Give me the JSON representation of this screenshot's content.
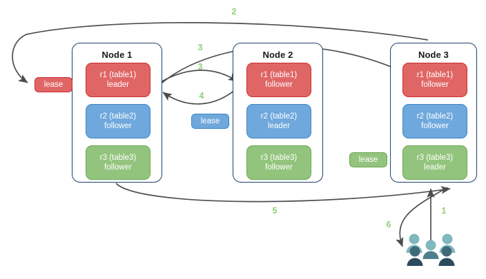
{
  "diagram": {
    "title": "raft-multi-node-lease-diagram",
    "colors": {
      "red": "#e06666",
      "red_border": "#cc2b2b",
      "blue": "#6fa8dc",
      "blue_border": "#3d85c6",
      "green": "#93c47d",
      "green_border": "#6aa84f",
      "node_border": "#1c3f68",
      "arrow": "#4d4d4d",
      "step_label": "#8ecf76",
      "people_light": "#7fb8bd",
      "people_dark": "#2b4a5c",
      "people_mid": "#4f7f8c",
      "background": "#ffffff"
    },
    "nodes": [
      {
        "id": "node-1",
        "title": "Node 1",
        "replicas": [
          {
            "id": "r1",
            "line1": "r1 (table1)",
            "line2": "leader",
            "color": "red"
          },
          {
            "id": "r2",
            "line1": "r2 (table2)",
            "line2": "follower",
            "color": "blue"
          },
          {
            "id": "r3",
            "line1": "r3 (table3)",
            "line2": "follower",
            "color": "green"
          }
        ]
      },
      {
        "id": "node-2",
        "title": "Node 2",
        "replicas": [
          {
            "id": "r1",
            "line1": "r1 (table1)",
            "line2": "follower",
            "color": "red"
          },
          {
            "id": "r2",
            "line1": "r2 (table2)",
            "line2": "leader",
            "color": "blue"
          },
          {
            "id": "r3",
            "line1": "r3 (table3)",
            "line2": "follower",
            "color": "green"
          }
        ]
      },
      {
        "id": "node-3",
        "title": "Node 3",
        "replicas": [
          {
            "id": "r1",
            "line1": "r1 (table1)",
            "line2": "follower",
            "color": "red"
          },
          {
            "id": "r2",
            "line1": "r2 (table2)",
            "line2": "follower",
            "color": "blue"
          },
          {
            "id": "r3",
            "line1": "r3 (table3)",
            "line2": "leader",
            "color": "green"
          }
        ]
      }
    ],
    "leases": [
      {
        "id": "lease-red",
        "label": "lease",
        "color": "red"
      },
      {
        "id": "lease-blue",
        "label": "lease",
        "color": "blue"
      },
      {
        "id": "lease-green",
        "label": "lease",
        "color": "green"
      }
    ],
    "steps": [
      {
        "id": "step-2",
        "label": "2"
      },
      {
        "id": "step-3a",
        "label": "3"
      },
      {
        "id": "step-3b",
        "label": "3"
      },
      {
        "id": "step-4",
        "label": "4"
      },
      {
        "id": "step-5",
        "label": "5"
      },
      {
        "id": "step-1",
        "label": "1"
      },
      {
        "id": "step-6",
        "label": "6"
      }
    ],
    "clients": {
      "icon": "users-icon",
      "count": 6
    }
  }
}
